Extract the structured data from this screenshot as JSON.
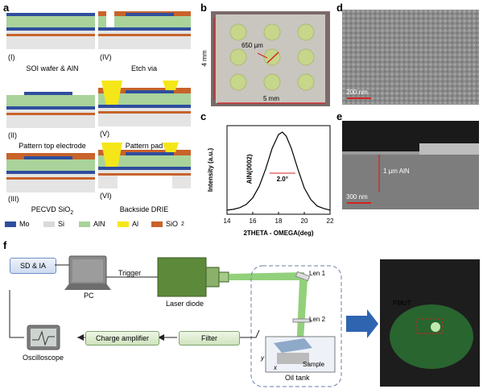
{
  "panels": {
    "a": "a",
    "b": "b",
    "c": "c",
    "d": "d",
    "e": "e",
    "f": "f"
  },
  "process_steps": [
    {
      "id": "(I)",
      "label": "SOI wafer & AlN"
    },
    {
      "id": "(II)",
      "label": "Pattern top electrode"
    },
    {
      "id": "(III)",
      "label": "PECVD SiO"
    },
    {
      "id": "(IV)",
      "label": "Etch via"
    },
    {
      "id": "(V)",
      "label": "Pattern pad"
    },
    {
      "id": "(VI)",
      "label": "Backside DRIE"
    }
  ],
  "legend": [
    {
      "name": "Mo",
      "color": "#2f4e9e"
    },
    {
      "name": "Si",
      "color": "#d9d9d9"
    },
    {
      "name": "AlN",
      "color": "#a9d39a"
    },
    {
      "name": "Al",
      "color": "#f5e619"
    },
    {
      "name": "SiO",
      "sub": "2",
      "color": "#c8632a"
    }
  ],
  "micrograph_b": {
    "size_w": "5 mm",
    "size_h": "4 mm",
    "pitch": "650 µm"
  },
  "sem_d": {
    "scale": "200 nm"
  },
  "sem_e": {
    "scale": "300 nm",
    "thickness": "1 µm AlN"
  },
  "chart_data": {
    "type": "line",
    "xlabel": "2THETA - OMEGA(deg)",
    "ylabel": "Intensity (a.u.)",
    "xlim": [
      14,
      22
    ],
    "xticks": [
      "14",
      "16",
      "18",
      "20",
      "22"
    ],
    "peak_label": "AlN(0002)",
    "fwhm_label": "2.0°",
    "series": [
      {
        "x": [
          14.0,
          14.5,
          15.0,
          15.5,
          16.0,
          16.5,
          17.0,
          17.5,
          18.0,
          18.3,
          18.6,
          19.0,
          19.5,
          20.0,
          20.5,
          21.0,
          21.5,
          22.0
        ],
        "y": [
          0.05,
          0.06,
          0.08,
          0.12,
          0.2,
          0.34,
          0.55,
          0.8,
          0.97,
          1.0,
          0.95,
          0.8,
          0.55,
          0.32,
          0.18,
          0.1,
          0.07,
          0.05
        ]
      }
    ]
  },
  "setup_f": {
    "sd_ia": "SD & IA",
    "pc": "PC",
    "trigger": "Trigger",
    "laser": "Laser diode",
    "len1": "Len 1",
    "len2": "Len 2",
    "oil": "Oil tank",
    "sample": "Sample",
    "filter": "Filter",
    "charge": "Charge amplifier",
    "osc": "Oscilloscope",
    "pmut": "PMUT",
    "axis_x": "x",
    "axis_y": "y"
  }
}
